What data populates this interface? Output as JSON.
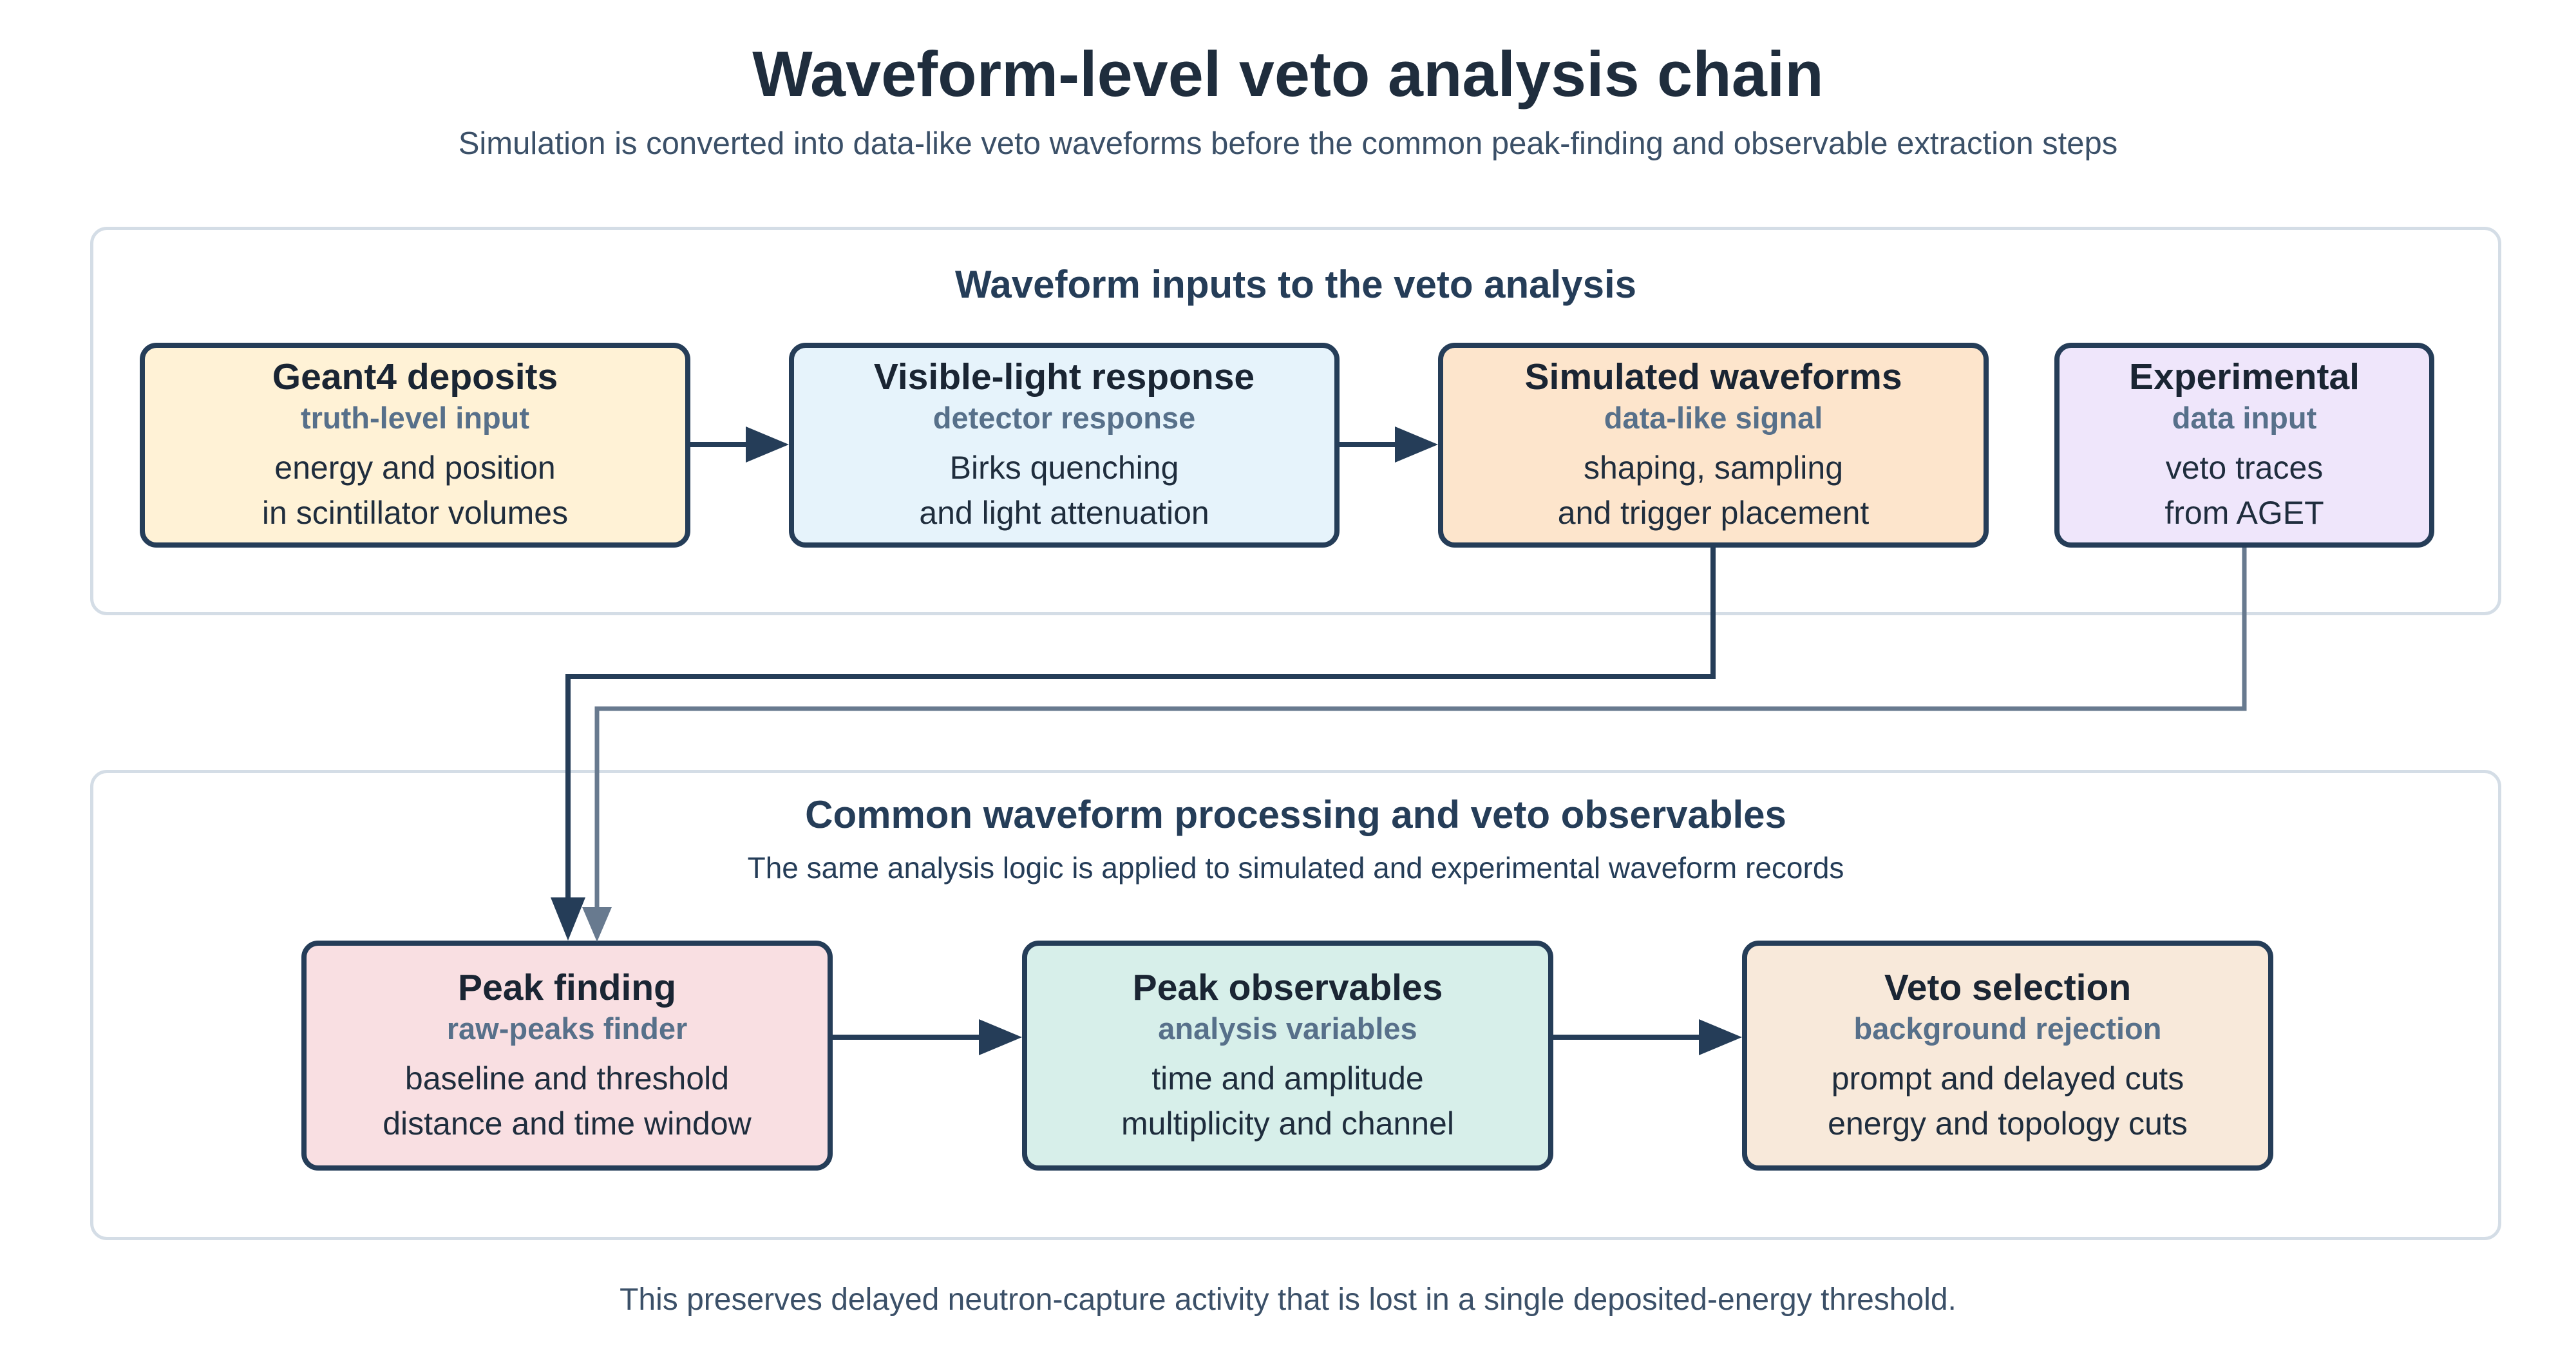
{
  "title": "Waveform-level veto analysis chain",
  "subtitle": "Simulation is converted into data-like veto waveforms before the common peak-finding and observable extraction steps",
  "inputs_panel": {
    "heading": "Waveform inputs to the veto analysis",
    "boxes": [
      {
        "title": "Geant4 deposits",
        "sub": "truth-level input",
        "line1": "energy and position",
        "line2": "in scintillator volumes",
        "color": "#fff2d6"
      },
      {
        "title": "Visible-light response",
        "sub": "detector response",
        "line1": "Birks quenching",
        "line2": "and light attenuation",
        "color": "#e6f3fb"
      },
      {
        "title": "Simulated waveforms",
        "sub": "data-like signal",
        "line1": "shaping, sampling",
        "line2": "and trigger placement",
        "color": "#fde5cc"
      },
      {
        "title": "Experimental",
        "sub": "data input",
        "line1": "veto traces",
        "line2": "from AGET",
        "color": "#efe6fb"
      }
    ]
  },
  "processing_panel": {
    "heading": "Common waveform processing and veto observables",
    "note": "The same analysis logic is applied to simulated and experimental waveform records",
    "boxes": [
      {
        "title": "Peak finding",
        "sub": "raw-peaks finder",
        "line1": "baseline and threshold",
        "line2": "distance and time window",
        "color": "#f9dfe2"
      },
      {
        "title": "Peak observables",
        "sub": "analysis variables",
        "line1": "time and amplitude",
        "line2": "multiplicity and channel",
        "color": "#d7efea"
      },
      {
        "title": "Veto selection",
        "sub": "background rejection",
        "line1": "prompt and delayed cuts",
        "line2": "energy and topology cuts",
        "color": "#f8e9da"
      }
    ]
  },
  "footer": "This preserves delayed neutron-capture activity that is lost in a single deposited-energy threshold.",
  "colors": {
    "arrow_dark": "#253d58",
    "arrow_light": "#687a8f",
    "panel_border": "#d4dde6"
  }
}
